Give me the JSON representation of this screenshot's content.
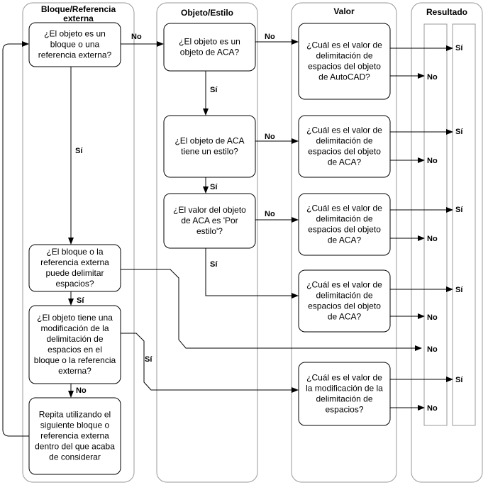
{
  "lanes": [
    {
      "id": "bloque",
      "title_lines": [
        "Bloque/Referencia",
        "externa"
      ]
    },
    {
      "id": "objeto",
      "title_lines": [
        "Objeto/Estilo"
      ]
    },
    {
      "id": "valor",
      "title_lines": [
        "Valor"
      ]
    },
    {
      "id": "resultado",
      "title_lines": [
        "Resultado"
      ]
    }
  ],
  "nodes": [
    {
      "id": "q_bloque",
      "lines": [
        "¿El objeto es un",
        "bloque o una",
        "referencia externa?"
      ]
    },
    {
      "id": "q_bloque_delimitar",
      "lines": [
        "¿El bloque o la",
        "referencia externa",
        "puede delimitar",
        "espacios?"
      ]
    },
    {
      "id": "q_modificacion",
      "lines": [
        "¿El objeto tiene una",
        "modificación de la",
        "delimitación de",
        "espacios en el",
        "bloque o la referencia",
        "externa?"
      ]
    },
    {
      "id": "repita",
      "lines": [
        "Repita utilizando el",
        "siguiente bloque o",
        "referencia externa",
        "dentro del que acaba",
        "de considerar"
      ]
    },
    {
      "id": "q_aca",
      "lines": [
        "¿El objeto es un",
        "objeto de ACA?"
      ]
    },
    {
      "id": "q_estilo",
      "lines": [
        "¿El objeto de ACA",
        "tiene un estilo?"
      ]
    },
    {
      "id": "q_por_estilo",
      "lines": [
        "¿El valor del objeto",
        "de ACA es 'Por",
        "estilo'?"
      ]
    },
    {
      "id": "v_autocad",
      "lines": [
        "¿Cuál es el valor de",
        "delimitación de",
        "espacios del objeto",
        "de AutoCAD?"
      ]
    },
    {
      "id": "v_aca1",
      "lines": [
        "¿Cuál es el valor de",
        "delimitación de",
        "espacios del objeto",
        "de ACA?"
      ]
    },
    {
      "id": "v_aca2",
      "lines": [
        "¿Cuál es el valor de",
        "delimitación de",
        "espacios del objeto",
        "de ACA?"
      ]
    },
    {
      "id": "v_aca3",
      "lines": [
        "¿Cuál es el valor de",
        "delimitación de",
        "espacios del objeto",
        "de ACA?"
      ]
    },
    {
      "id": "v_modif",
      "lines": [
        "¿Cuál es el valor de",
        "la modificación de la",
        "delimitación de",
        "espacios?"
      ]
    }
  ],
  "edges": [
    {
      "id": "e_bloque_no",
      "label": "No"
    },
    {
      "id": "e_bloque_si",
      "label": "Sí"
    },
    {
      "id": "e_aca_no",
      "label": "No"
    },
    {
      "id": "e_aca_si",
      "label": "Sí"
    },
    {
      "id": "e_estilo_no",
      "label": "No"
    },
    {
      "id": "e_estilo_si",
      "label": "Sí"
    },
    {
      "id": "e_porestilo_no",
      "label": "No"
    },
    {
      "id": "e_porestilo_si",
      "label": "Sí"
    },
    {
      "id": "e_delimitar_si",
      "label": "Sí"
    },
    {
      "id": "e_delimitar_no",
      "label": "No"
    },
    {
      "id": "e_modif_si",
      "label": "Sí"
    },
    {
      "id": "e_modif_no",
      "label": "No"
    },
    {
      "id": "e_repita_loop",
      "label": ""
    }
  ],
  "outputs": [
    {
      "id": "o_autocad_si",
      "label": "Sí"
    },
    {
      "id": "o_autocad_no",
      "label": "No"
    },
    {
      "id": "o_aca1_si",
      "label": "Sí"
    },
    {
      "id": "o_aca1_no",
      "label": "No"
    },
    {
      "id": "o_aca2_si",
      "label": "Sí"
    },
    {
      "id": "o_aca2_no",
      "label": "No"
    },
    {
      "id": "o_aca3_si",
      "label": "Sí"
    },
    {
      "id": "o_aca3_no",
      "label": "No"
    },
    {
      "id": "o_delimitar_no",
      "label": "No"
    },
    {
      "id": "o_modif_si",
      "label": "Sí"
    },
    {
      "id": "o_modif_no",
      "label": "No"
    }
  ]
}
